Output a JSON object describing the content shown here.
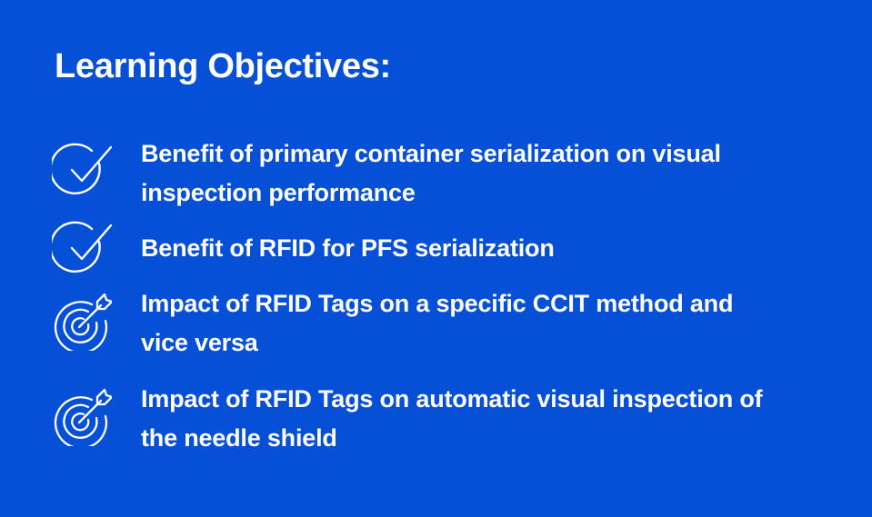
{
  "slide": {
    "title": "Learning Objectives:",
    "background_color": "#0550D6",
    "text_color": "#FFFFFF"
  },
  "objectives": [
    {
      "icon": "check-circle-icon",
      "text": "Benefit of primary container serialization on visual inspection performance"
    },
    {
      "icon": "check-circle-icon",
      "text": "Benefit of RFID for PFS serialization"
    },
    {
      "icon": "target-arrow-icon",
      "text": "Impact of RFID Tags on a specific CCIT method and vice versa"
    },
    {
      "icon": "target-arrow-icon",
      "text": "Impact of RFID Tags on automatic visual inspection of the needle shield"
    }
  ]
}
